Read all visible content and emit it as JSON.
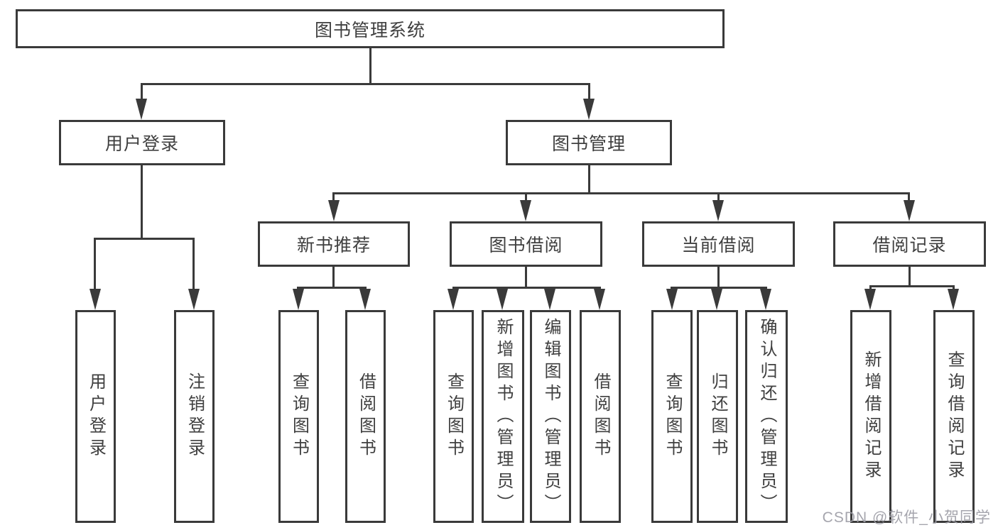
{
  "nodes": {
    "root": {
      "label": "图书管理系统"
    },
    "level2": [
      {
        "label": "用户登录"
      },
      {
        "label": "图书管理"
      }
    ],
    "level3": [
      {
        "label": "新书推荐"
      },
      {
        "label": "图书借阅"
      },
      {
        "label": "当前借阅"
      },
      {
        "label": "借阅记录"
      }
    ],
    "leaves": [
      {
        "label": "用户登录"
      },
      {
        "label": "注销登录"
      },
      {
        "label": "查询图书"
      },
      {
        "label": "借阅图书"
      },
      {
        "label": "查询图书"
      },
      {
        "label": "新增图书（管理员）"
      },
      {
        "label": "编辑图书（管理员）"
      },
      {
        "label": "借阅图书"
      },
      {
        "label": "查询图书"
      },
      {
        "label": "归还图书"
      },
      {
        "label": "确认归还（管理员）"
      },
      {
        "label": "新增借阅记录"
      },
      {
        "label": "查询借阅记录"
      }
    ]
  },
  "watermark": {
    "text": "CSDN @软件_小贺同学"
  },
  "colors": {
    "line": "#3a3a3a",
    "text": "#3f3f3f",
    "background": "#ffffff",
    "watermark": "#9d9da6"
  }
}
